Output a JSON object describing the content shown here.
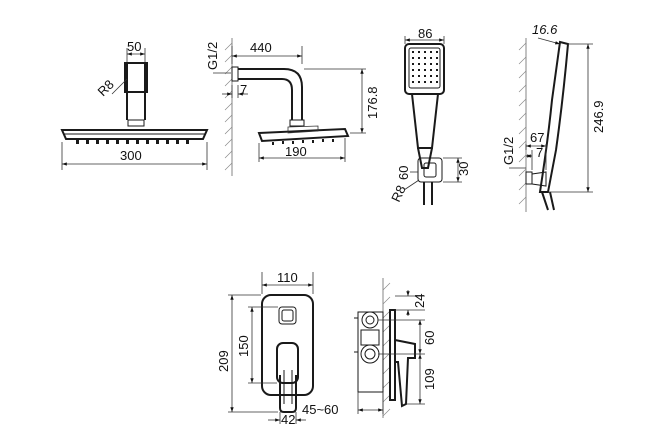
{
  "overhead_front": {
    "arm_width": "50",
    "radius": "R8",
    "head_width": "300"
  },
  "overhead_side": {
    "thread": "G1/2",
    "projection": "440",
    "offset": "7",
    "height": "176.8",
    "head_width": "190"
  },
  "handheld_front": {
    "head_width": "86",
    "holder_radius": "R8",
    "holder_width": "60",
    "holder_height": "30"
  },
  "handheld_side": {
    "depth": "16.6",
    "length": "246.9",
    "thread": "G1/2",
    "projection": "67",
    "offset": "7"
  },
  "mixer_front": {
    "plate_width": "110",
    "total_height": "209",
    "inner_height": "150",
    "lever_width": "42"
  },
  "mixer_side": {
    "top_depth": "24",
    "spacing": "60",
    "bottom_height": "109",
    "install_depth": "45~60"
  }
}
